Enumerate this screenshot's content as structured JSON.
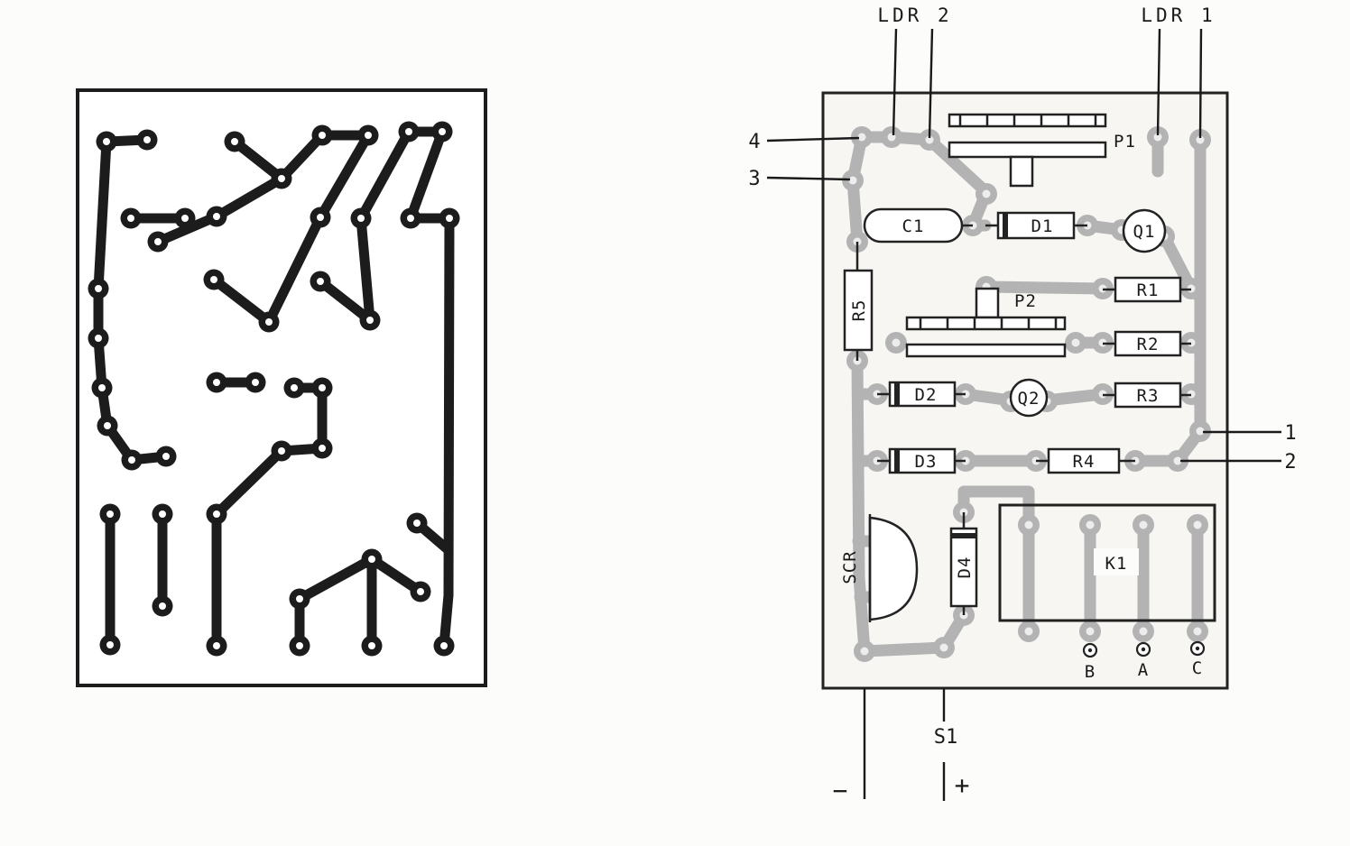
{
  "callouts": {
    "ldr2": "LDR 2",
    "ldr1": "LDR 1",
    "num4": "4",
    "num3": "3",
    "num1": "1",
    "num2": "2",
    "s1": "S1",
    "minus": "−",
    "plus": "+"
  },
  "terminals": {
    "b": "B",
    "a": "A",
    "c": "C"
  },
  "components": {
    "p1": "P1",
    "c1": "C1",
    "d1": "D1",
    "q1": "Q1",
    "r5": "R5",
    "p2": "P2",
    "r1": "R1",
    "r2": "R2",
    "r3": "R3",
    "d2": "D2",
    "q2": "Q2",
    "d3": "D3",
    "r4": "R4",
    "scr": "SCR",
    "d4": "D4",
    "k1": "K1"
  },
  "colors": {
    "copper_trace": "#1c1c1c",
    "component_side_trace": "#b3b3b3"
  }
}
